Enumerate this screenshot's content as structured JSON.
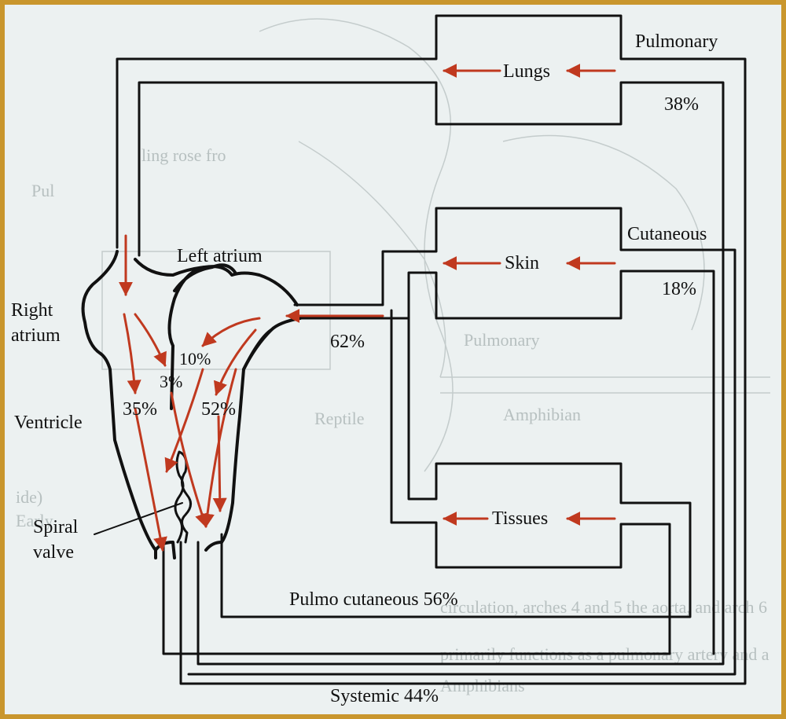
{
  "labels": {
    "pulmonary": "Pulmonary",
    "pulmonary_pct": "38%",
    "lungs": "Lungs",
    "cutaneous": "Cutaneous",
    "cutaneous_pct": "18%",
    "skin": "Skin",
    "tissues": "Tissues",
    "left_atrium": "Left atrium",
    "right_atrium_1": "Right",
    "right_atrium_2": "atrium",
    "ventricle": "Ventricle",
    "spiral_valve_1": "Spiral",
    "spiral_valve_2": "valve",
    "pct_62": "62%",
    "pct_10": "10%",
    "pct_3": "3%",
    "pct_35": "35%",
    "pct_52": "52%",
    "pulmo_cutaneous": "Pulmo cutaneous 56%",
    "systemic": "Systemic 44%"
  },
  "colors": {
    "flow_arrow": "#c0391f",
    "vessel": "#111111",
    "background": "#ecf1f1",
    "frame": "#c9962d"
  }
}
